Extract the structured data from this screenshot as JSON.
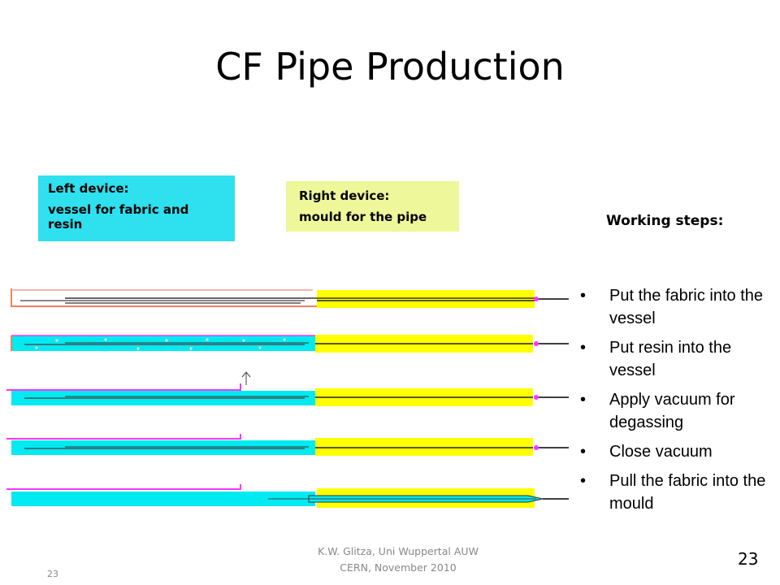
{
  "title": "CF Pipe Production",
  "left_device": {
    "label": "Left device:",
    "description": "vessel for fabric and resin"
  },
  "right_device": {
    "label": "Right device:",
    "description": "mould for the pipe"
  },
  "working_steps": {
    "heading": "Working steps:",
    "items": [
      "Put the fabric into the vessel",
      "Put resin into  the vessel",
      "Apply vacuum for degassing",
      "Close vacuum",
      "Pull the fabric into the mould"
    ]
  },
  "footer": {
    "line1": "K.W. Glitza,        Uni Wuppertal     AUW",
    "line2": "CERN, November 2010"
  },
  "page_number": "23",
  "page_number_small": "23",
  "colors": {
    "resin": "#00eaf2",
    "mould": "#ffff00",
    "vacuum": "#ff33ff",
    "vessel_outline": "#f08060"
  }
}
